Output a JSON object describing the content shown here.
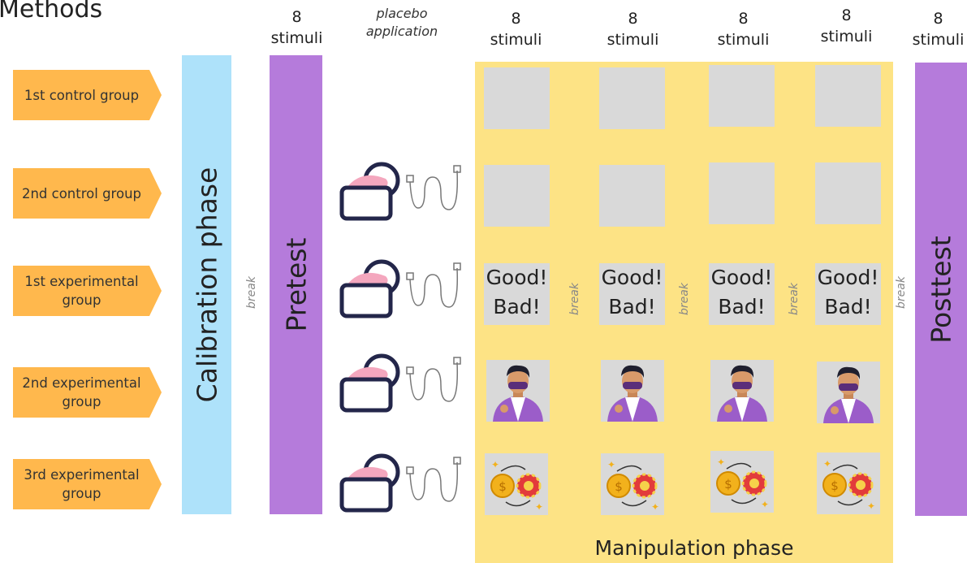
{
  "title": "Methods",
  "headers": {
    "pretest_count": "8",
    "pretest_unit": "stimuli",
    "placebo_line1": "placebo",
    "placebo_line2": "application",
    "block1_count": "8",
    "block1_unit": "stimuli",
    "block2_count": "8",
    "block2_unit": "stimuli",
    "block3_count": "8",
    "block3_unit": "stimuli",
    "block4_count": "8",
    "block4_unit": "stimuli",
    "posttest_count": "8",
    "posttest_unit": "stimuli"
  },
  "groups": [
    {
      "line1": "1st control group",
      "line2": ""
    },
    {
      "line1": "2nd control group",
      "line2": ""
    },
    {
      "line1": "1st experimental",
      "line2": "group"
    },
    {
      "line1": "2nd experimental",
      "line2": "group"
    },
    {
      "line1": "3rd experimental",
      "line2": "group"
    }
  ],
  "phases": {
    "calibration": "Calibration phase",
    "pretest": "Pretest",
    "posttest": "Posttest",
    "manipulation": "Manipulation phase"
  },
  "break_label": "break",
  "feedback": {
    "good": "Good!",
    "bad": "Bad!"
  },
  "colors": {
    "group_tag": "#FFB84D",
    "calibration_bar": "#AEE2FA",
    "test_bar": "#B57BDB",
    "manipulation_bg": "#FDE385",
    "stimulus_box": "#D9D9D9",
    "placebo_icon": "#23264A",
    "cream": "#F4A7BE"
  },
  "icons": [
    "cream-jar-electrode-icon",
    "avatar-icon",
    "chips-coins-exchange-icon"
  ]
}
